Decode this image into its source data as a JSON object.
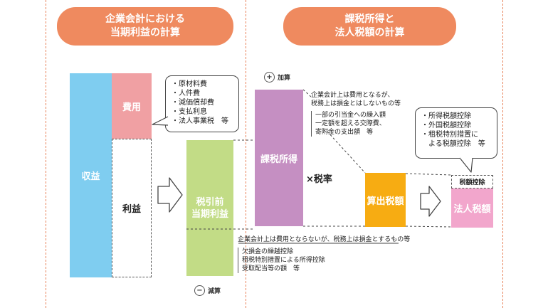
{
  "headers": {
    "left": [
      "企業会計における",
      "当期利益の計算"
    ],
    "right": [
      "課税所得と",
      "法人税額の計算"
    ]
  },
  "blocks": {
    "revenue": "収益",
    "expense": "費用",
    "profit": "利益",
    "pretax_profit": [
      "税引前",
      "当期利益"
    ],
    "taxable_income": "課税所得",
    "computed_tax": "算出税額",
    "corporate_tax": "法人税額",
    "tax_credit": "税額控除"
  },
  "multiply": "×税率",
  "add_tag": {
    "symbol": "+",
    "label": "加算"
  },
  "sub_tag": {
    "symbol": "−",
    "label": "減算"
  },
  "expense_bubble": [
    "・原材料費",
    "・人件費",
    "・減価償却費",
    "・支払利息",
    "・法人事業税　等"
  ],
  "credit_bubble": [
    "・所得税額控除",
    "・外国税額控除",
    "・租税特別措置に",
    "　よる税額控除　等"
  ],
  "add_note": {
    "heading": [
      "企業会計上は費用となるが、",
      "税務上は損金とはしないもの等"
    ],
    "items": [
      "一部の引当金への繰入額",
      "一定額を超える交際費、",
      "寄附金の支出額　等"
    ]
  },
  "sub_note": {
    "heading": "企業会計上は費用とならないが、税務上は損金とするもの等",
    "items": [
      "欠損金の繰越控除",
      "租税特別措置による所得控除",
      "受取配当等の額　等"
    ]
  },
  "colors": {
    "header": "#ef8a5f",
    "revenue": "#7fcdf0",
    "expense": "#f0a0a3",
    "pretax": "#c2dc86",
    "taxable": "#c58fc2",
    "computed": "#f7ac12",
    "corporate": "#f2a6cc"
  }
}
